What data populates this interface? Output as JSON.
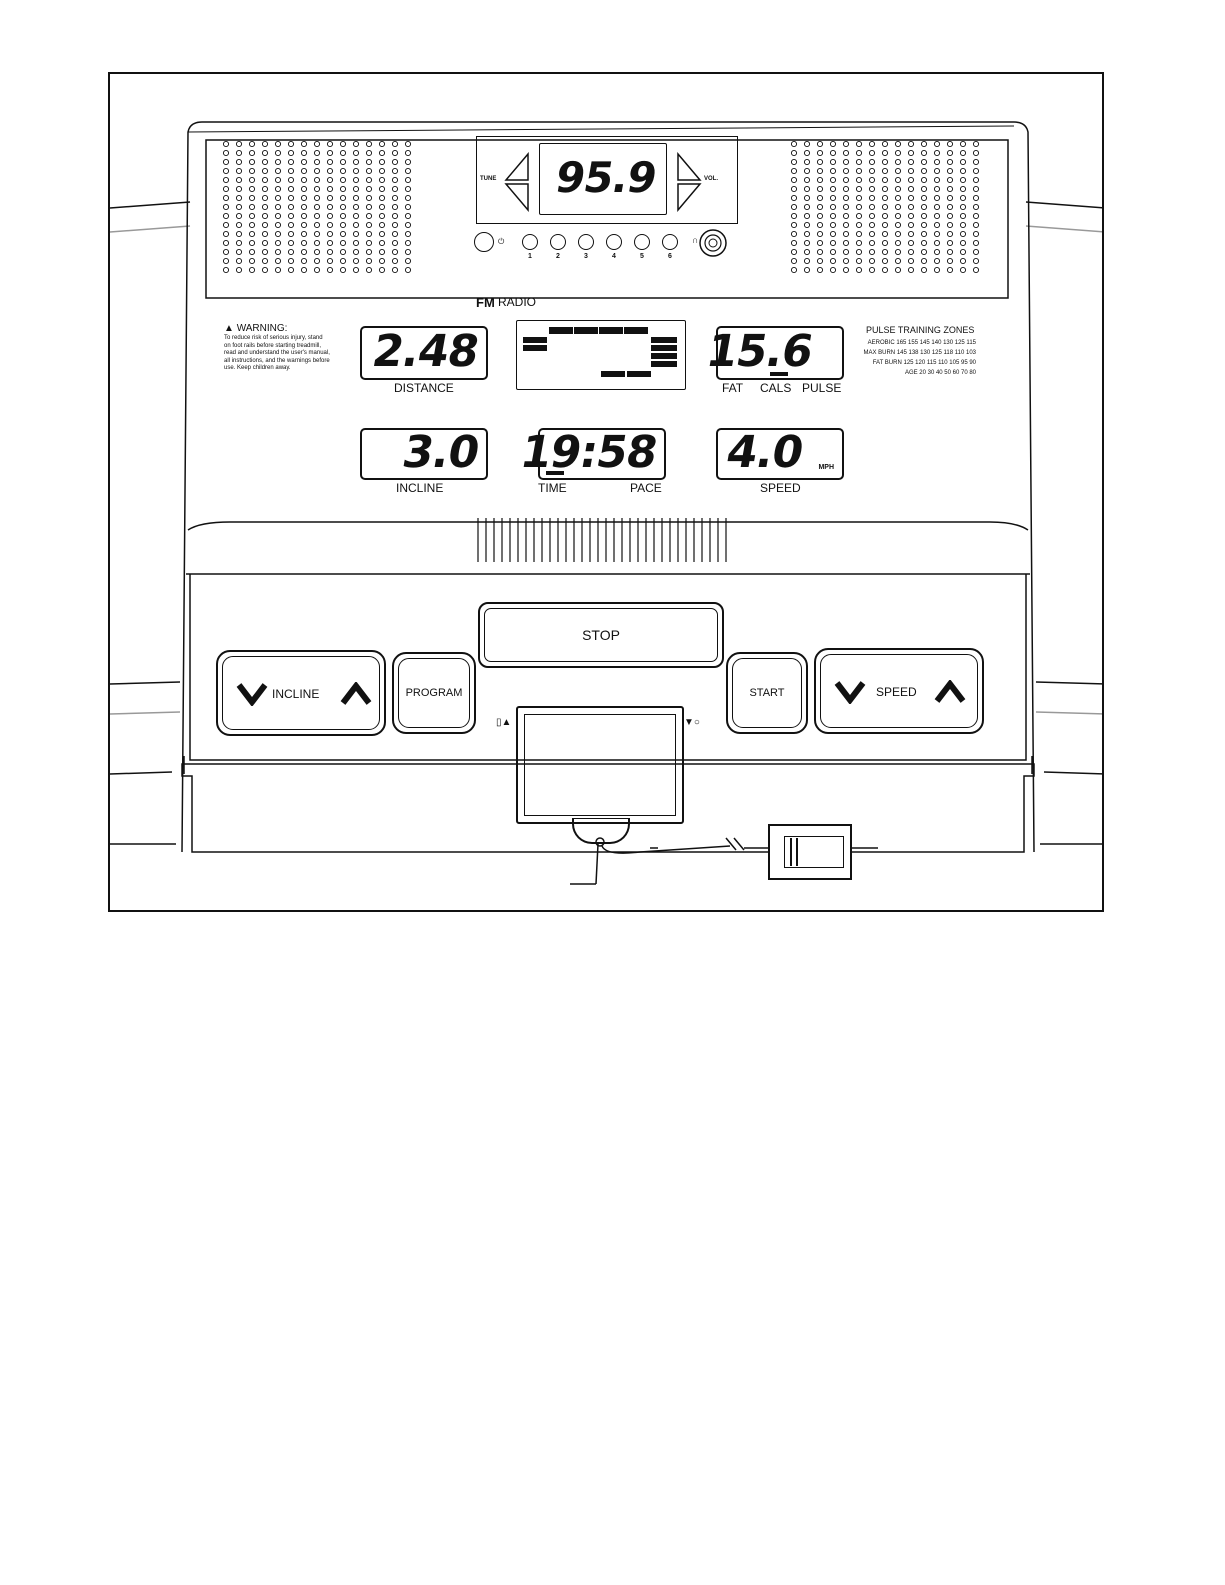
{
  "radio": {
    "frequency": "95.9",
    "tune_label": "TUNE",
    "vol_label": "VOL.",
    "brand_fm": "FM",
    "brand_radio": "RADIO",
    "presets": [
      "1",
      "2",
      "3",
      "4",
      "5",
      "6"
    ]
  },
  "warning": {
    "title": "WARNING:",
    "lines": [
      "To reduce risk of serious injury, stand",
      "on foot rails before starting treadmill,",
      "read and understand the user's manual,",
      "all instructions, and the warnings before",
      "use. Keep children away."
    ]
  },
  "displays": {
    "distance": {
      "value": "2.48",
      "label": "DISTANCE"
    },
    "calories": {
      "value": "15.6",
      "labels": [
        "FAT",
        "CALS",
        "PULSE"
      ]
    },
    "incline": {
      "value": "3.0",
      "label": "INCLINE"
    },
    "time": {
      "value": "19:58",
      "labels": [
        "TIME",
        "PACE"
      ]
    },
    "speed": {
      "value": "4.0",
      "unit": "MPH",
      "label": "SPEED"
    }
  },
  "pulse_zones": {
    "title": "PULSE TRAINING ZONES",
    "rows": [
      {
        "name": "AEROBIC",
        "values": "165 155 145 140 130 125 115"
      },
      {
        "name": "MAX BURN",
        "values": "145 138 130 125 118 110 103"
      },
      {
        "name": "FAT BURN",
        "values": "125 120 115 110 105 95 90"
      },
      {
        "name": "AGE",
        "values": "20 30 40 50 60 70 80"
      }
    ]
  },
  "controls": {
    "stop": "STOP",
    "incline": "INCLINE",
    "program": "PROGRAM",
    "start": "START",
    "speed": "SPEED"
  }
}
